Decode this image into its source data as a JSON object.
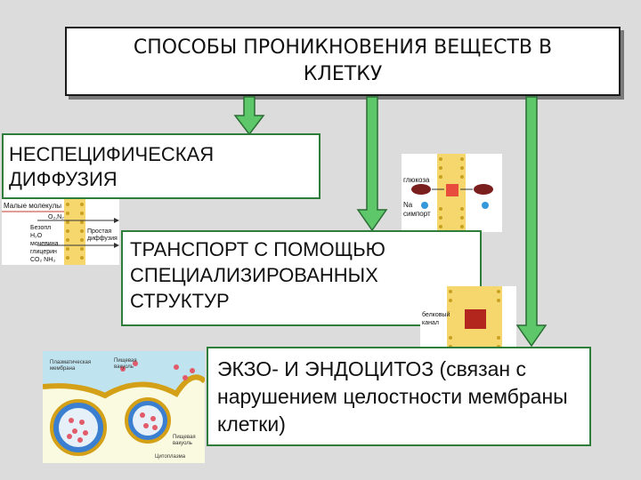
{
  "title": "СПОСОБЫ ПРОНИКНОВЕНИЯ ВЕЩЕСТВ В\nКЛЕТКУ",
  "boxes": {
    "diffusion": "НЕСПЕЦИФИЧЕСКАЯ ДИФФУЗИЯ",
    "transport": "ТРАНСПОРТ С ПОМОЩЬЮ СПЕЦИАЛИЗИРОВАННЫХ СТРУКТУР",
    "endocytosis": "ЭКЗО- И ЭНДОЦИТОЗ (связан с нарушением целостности мембраны клетки)"
  },
  "figures": {
    "diffusion": {
      "small_molecules": "Малые молекулы",
      "gases": "O₂,N₂",
      "nonpolar": "Безопл",
      "water": "H₂O",
      "urea": "мочевина",
      "glycerol": "глицерин",
      "co2": "CO₂ NH₃",
      "simple_diffusion_1": "Простая",
      "simple_diffusion_2": "диффузия"
    },
    "symport": {
      "glucose": "глюкоза",
      "na": "Na",
      "symport": "симпорт"
    },
    "channel": {
      "protein_channel_1": "белковый",
      "protein_channel_2": "канал"
    },
    "exo": {
      "label_top_left_1": "Плазматическая",
      "label_top_left_2": "мембрана",
      "label_top_right_1": "Пищевая",
      "label_top_right_2": "вакуоль",
      "label_bottom_right_1": "Пищевая",
      "label_bottom_right_2": "вакуоль",
      "label_bottom": "Цитоплазма"
    }
  },
  "colors": {
    "arrow_fill": "#5ec76a",
    "arrow_stroke": "#2a6e34",
    "box_border": "#2e7d3a",
    "title_border": "#1a1a1a",
    "background": "#dcdcdc"
  }
}
